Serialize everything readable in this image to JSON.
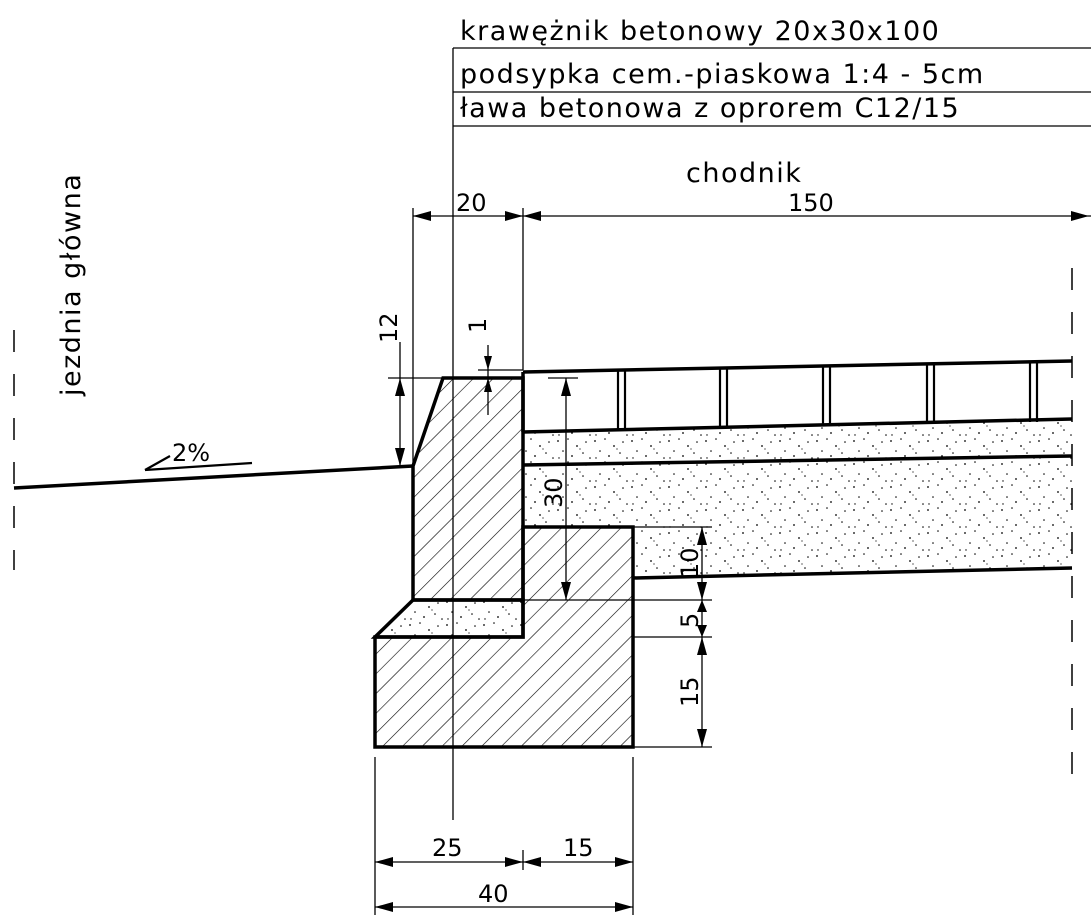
{
  "legend": {
    "item1": "krawężnik betonowy 20x30x100",
    "item2": "podsypka cem.-piaskowa 1:4  - 5cm",
    "item3": "ława betonowa z oprorem C12/15"
  },
  "labels": {
    "sidewalk": "chodnik",
    "road": "jezdnia główna",
    "slope": "2%"
  },
  "dimensions": {
    "curb_width": "20",
    "sidewalk_width": "150",
    "curb_reveal": "12",
    "curb_step": "1",
    "curb_height": "30",
    "layer_10": "10",
    "layer_5": "5",
    "layer_15": "15",
    "bench_left": "25",
    "bench_right": "15",
    "bench_total": "40"
  }
}
